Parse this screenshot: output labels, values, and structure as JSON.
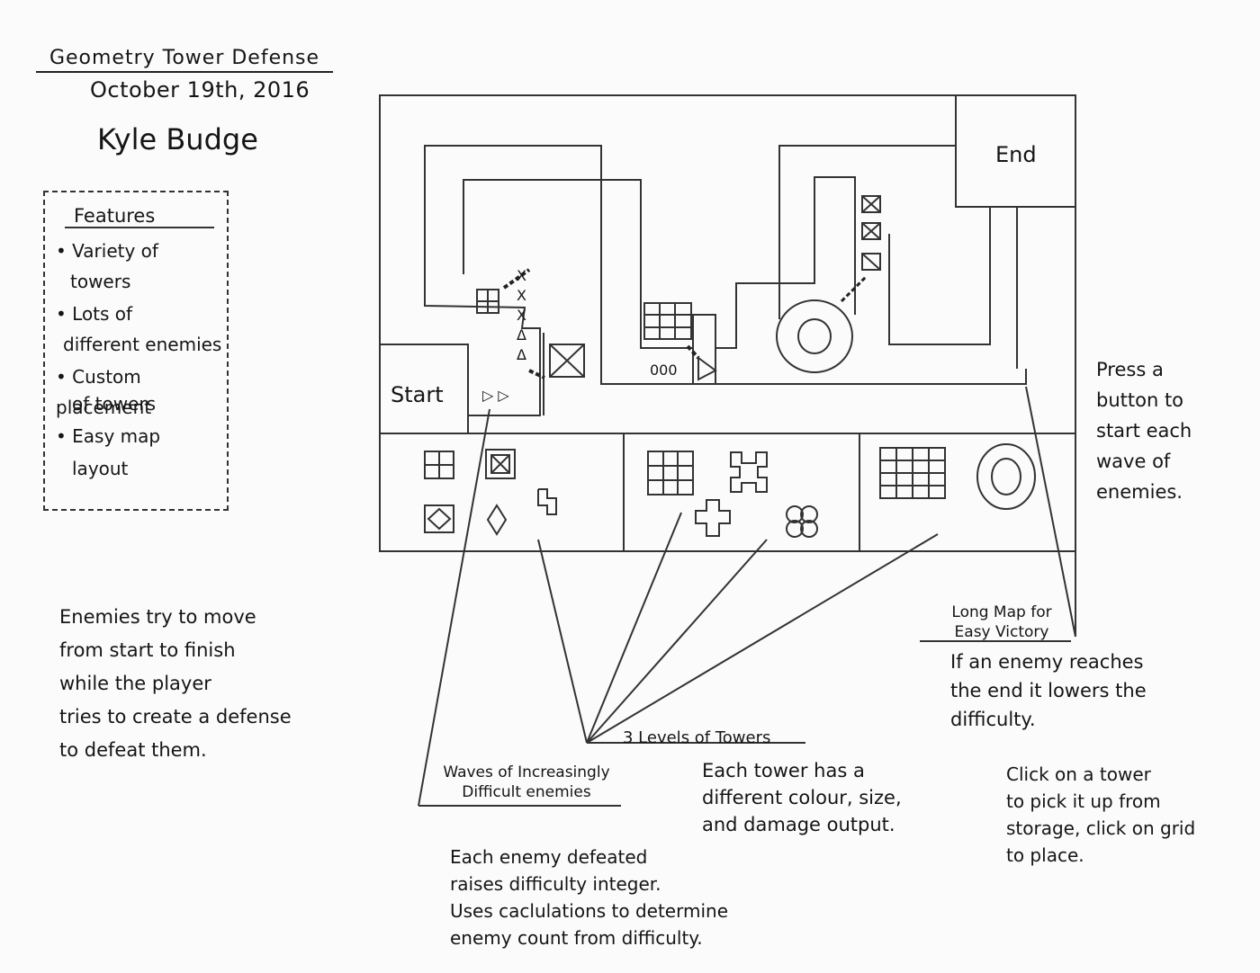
{
  "header": {
    "title": "Geometry Tower Defense",
    "date": "October 19th, 2016",
    "author": "Kyle Budge"
  },
  "features": {
    "heading": "Features",
    "items": [
      "• Variety of",
      "towers",
      "• Lots of",
      "different enemies",
      "• Custom placement",
      "of towers",
      "• Easy map",
      "layout"
    ]
  },
  "map": {
    "start_label": "Start",
    "end_label": "End",
    "enemy_markers": [
      "X",
      "X",
      "X",
      "Δ",
      "Δ",
      "▷",
      "▷"
    ],
    "projectile_text": "000"
  },
  "notes": {
    "goal": [
      "Enemies try to move",
      "from start to finish",
      "while the player",
      "tries to create a defense",
      "to defeat them."
    ],
    "waves_button": [
      "Press a",
      "button to",
      "start each",
      "wave of",
      "enemies."
    ],
    "long_map": [
      "Long Map for",
      "Easy Victory"
    ],
    "enemy_reach": [
      "If an enemy reaches",
      "the end it lowers the",
      "difficulty."
    ],
    "levels": "3 Levels of Towers",
    "waves": [
      "Waves of Increasingly",
      "Difficult enemies"
    ],
    "tower_stats": [
      "Each tower has a",
      "different colour, size,",
      "and damage output."
    ],
    "click_tower": [
      "Click on a tower",
      "to pick it up from",
      "storage, click on grid",
      "to place."
    ],
    "difficulty": [
      "Each enemy defeated",
      "raises difficulty integer.",
      "Uses caclulations to determine",
      "enemy count from difficulty."
    ]
  }
}
